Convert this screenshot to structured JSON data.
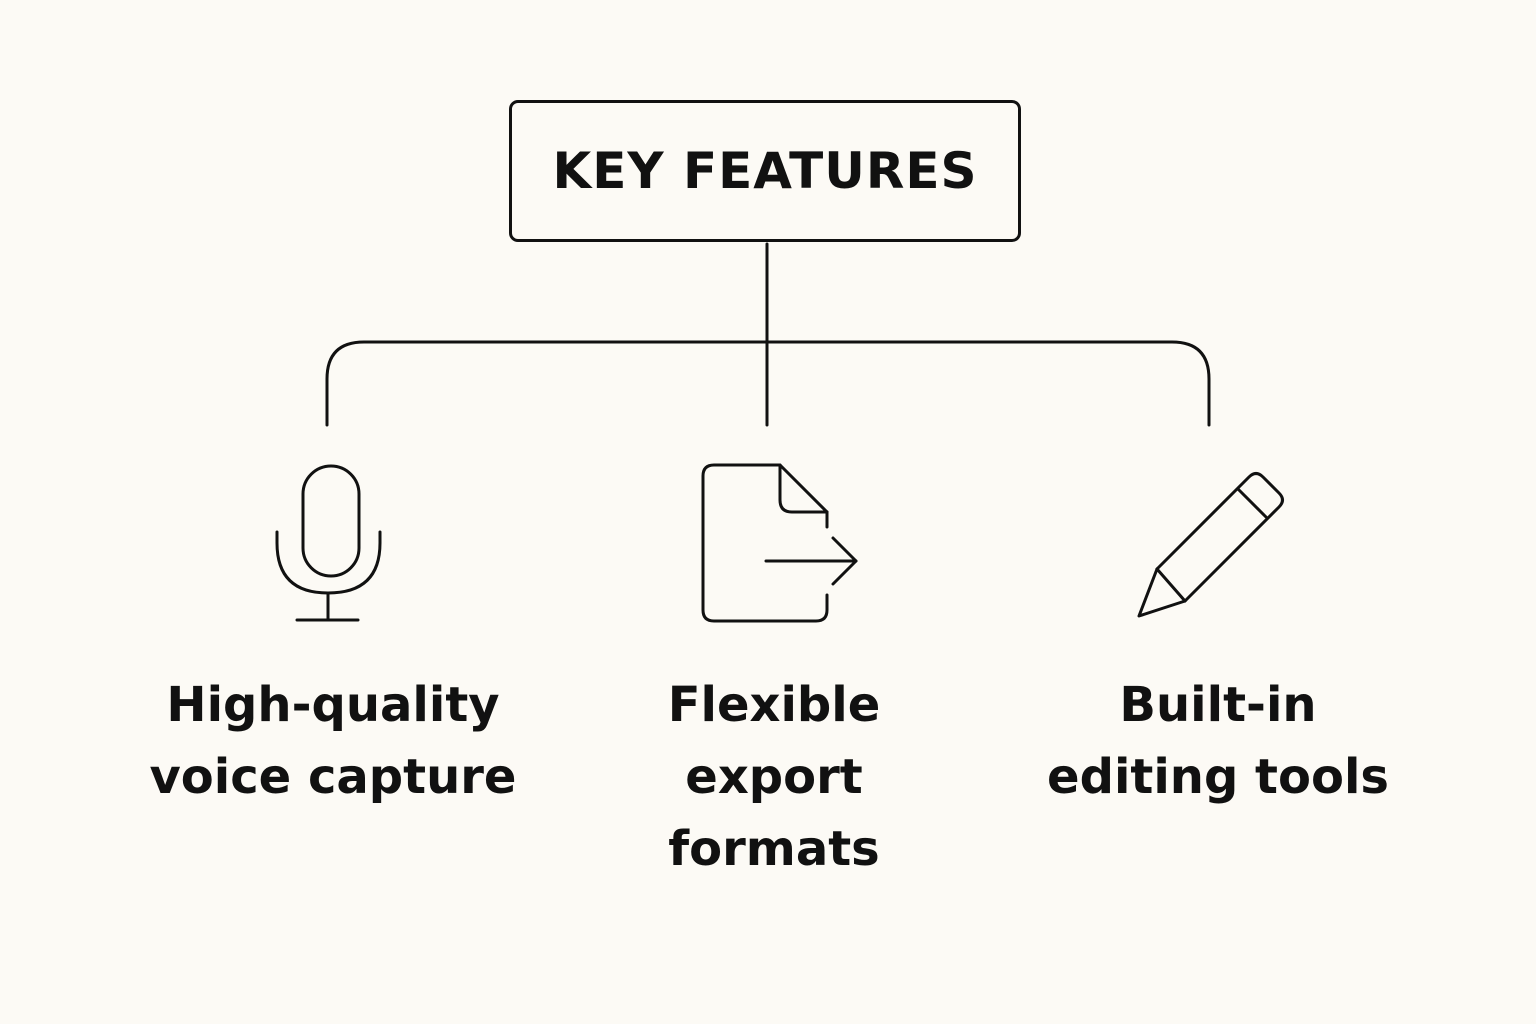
{
  "diagram": {
    "title": "KEY FEATURES",
    "features": [
      {
        "icon": "microphone-icon",
        "label_lines": [
          "High-quality",
          "voice capture"
        ]
      },
      {
        "icon": "file-export-icon",
        "label_lines": [
          "Flexible",
          "export",
          "formats"
        ]
      },
      {
        "icon": "pencil-icon",
        "label_lines": [
          "Built-in",
          "editing tools"
        ]
      }
    ],
    "colors": {
      "background": "#fcfaf5",
      "stroke": "#111111"
    }
  }
}
